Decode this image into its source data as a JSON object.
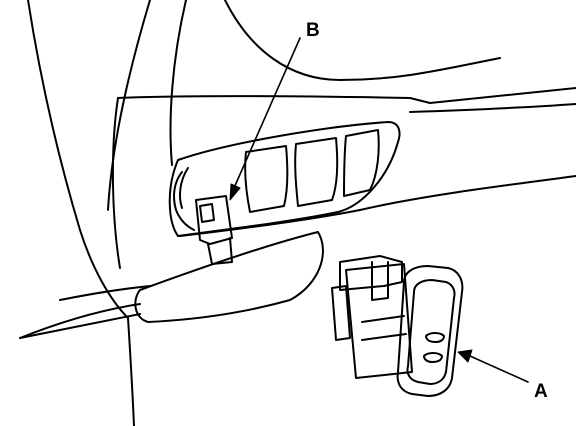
{
  "labels": {
    "a": "A",
    "b": "B"
  },
  "callouts": [
    {
      "name": "callout-a",
      "target": "switch-a",
      "label_key": "a"
    },
    {
      "name": "callout-b",
      "target": "connector-b",
      "label_key": "b"
    }
  ],
  "colors": {
    "line": "#000000",
    "background": "#ffffff"
  }
}
